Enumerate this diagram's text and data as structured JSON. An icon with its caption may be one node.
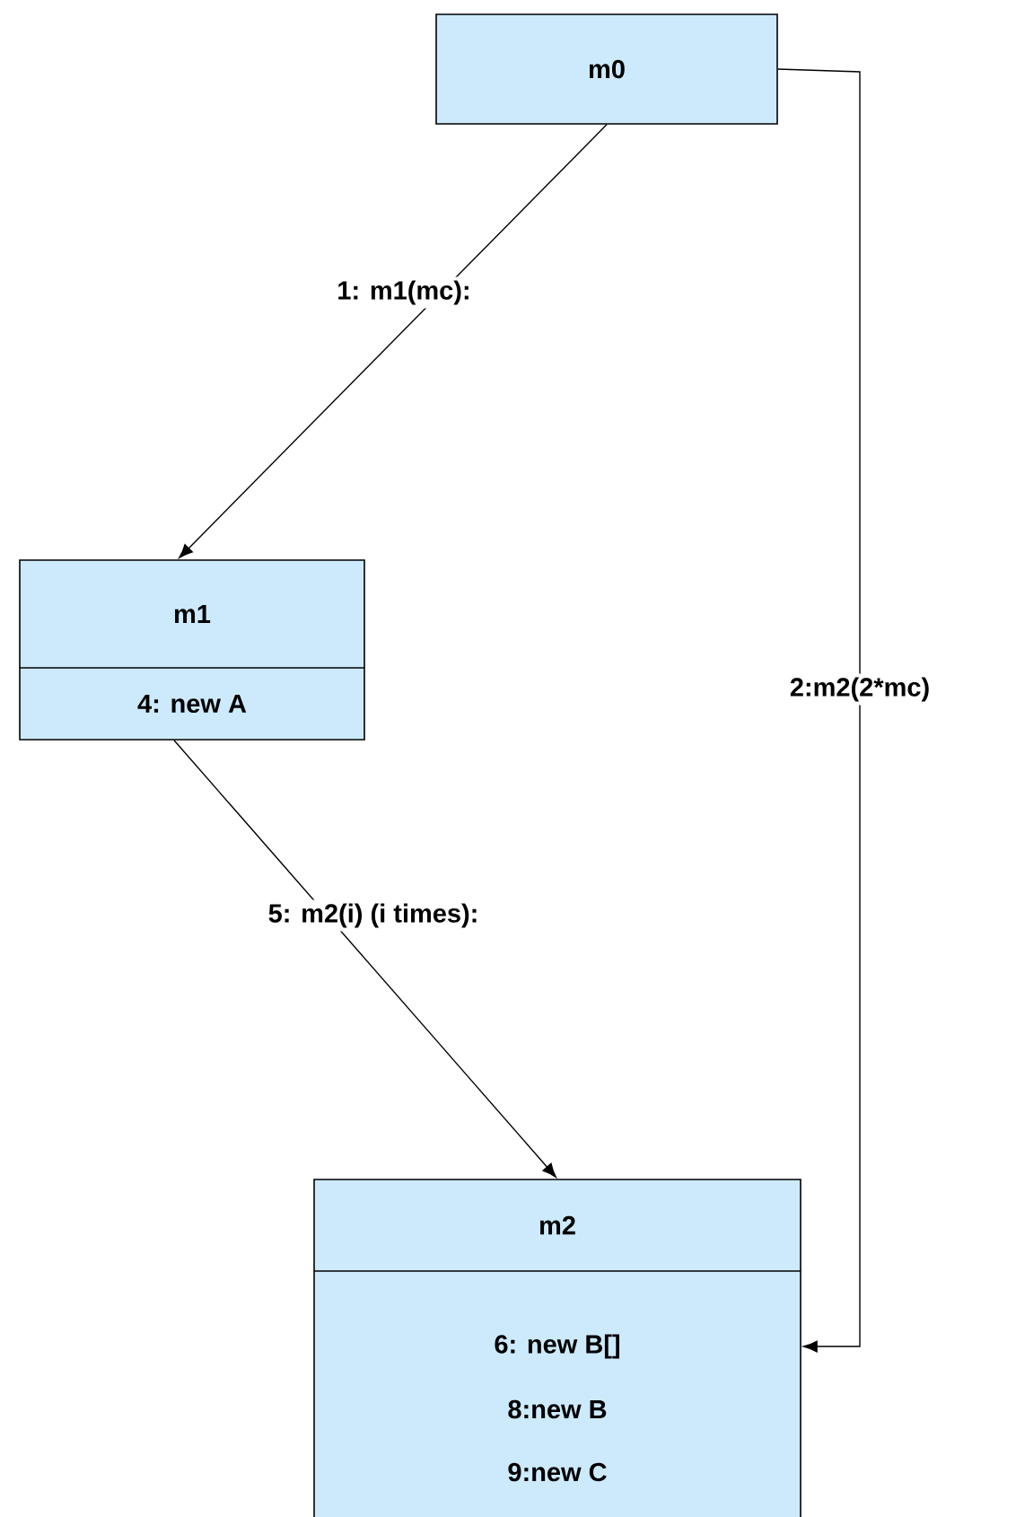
{
  "diagram": {
    "nodes": [
      {
        "text": [
          "m0"
        ]
      },
      {
        "text": [
          "m1",
          "4: new A"
        ]
      },
      {
        "text": [
          "m2",
          "6: new B[]",
          "8:new B",
          "9:new C"
        ]
      }
    ],
    "edges": [
      {
        "from": 0,
        "to": 1,
        "arrow": "to",
        "label": "1: m1(mc):"
      },
      {
        "from": 0,
        "to": 2,
        "arrow": "to",
        "label": "2:m2(2*mc)"
      },
      {
        "from": 1,
        "to": 2,
        "arrow": "to",
        "label": "5: m2(i) (i times):"
      }
    ]
  }
}
